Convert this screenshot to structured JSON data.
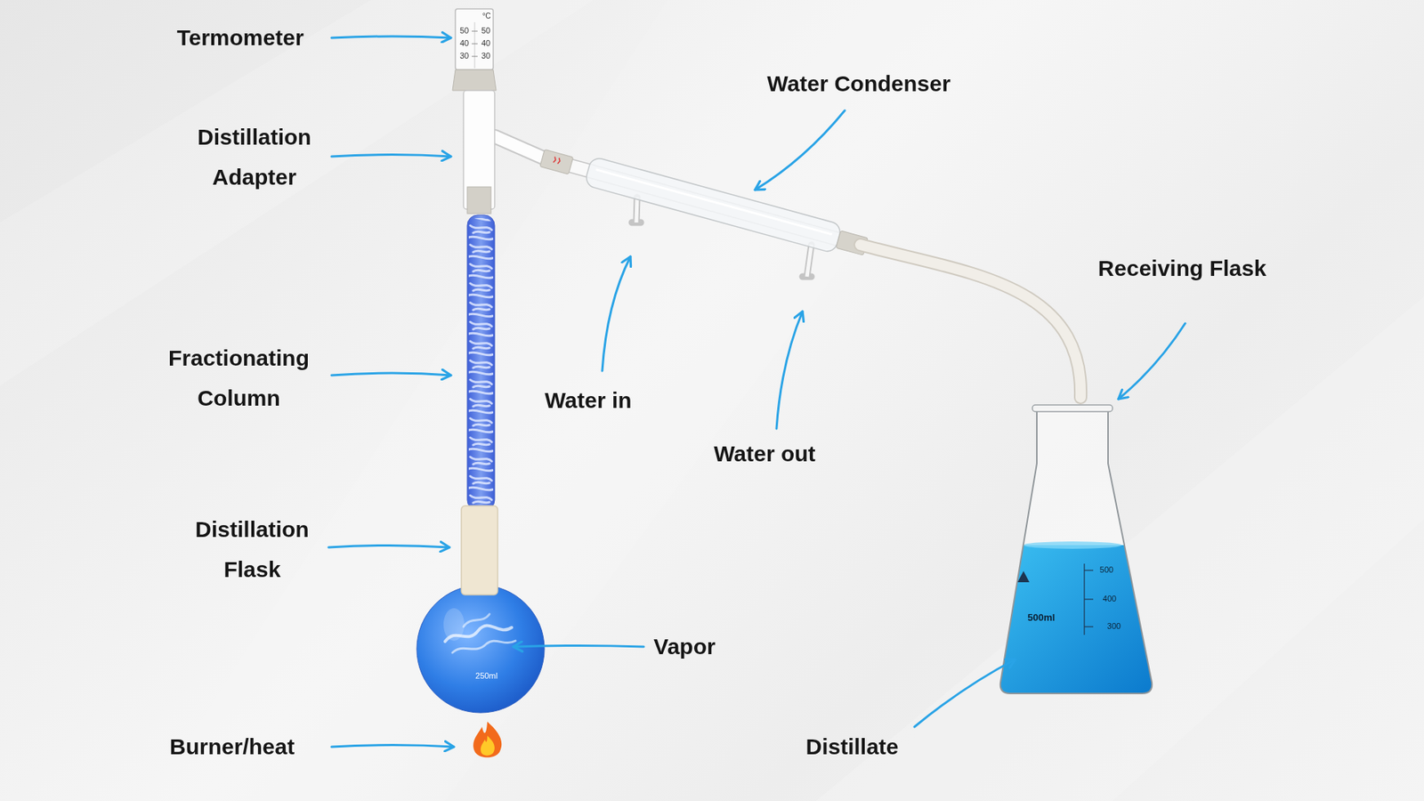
{
  "diagram": {
    "labels": [
      "Termometer",
      "Distillation Adapter",
      "Water Condenser",
      "Receiving Flask",
      "Fractionating Column",
      "Water in",
      "Water out",
      "Distillation Flask",
      "Vapor",
      "Burner/heat",
      "Distillate",
      "°C",
      "50",
      "50",
      "40",
      "40",
      "30",
      "30",
      "500ml",
      "500",
      "400",
      "300",
      "250ml"
    ]
  }
}
